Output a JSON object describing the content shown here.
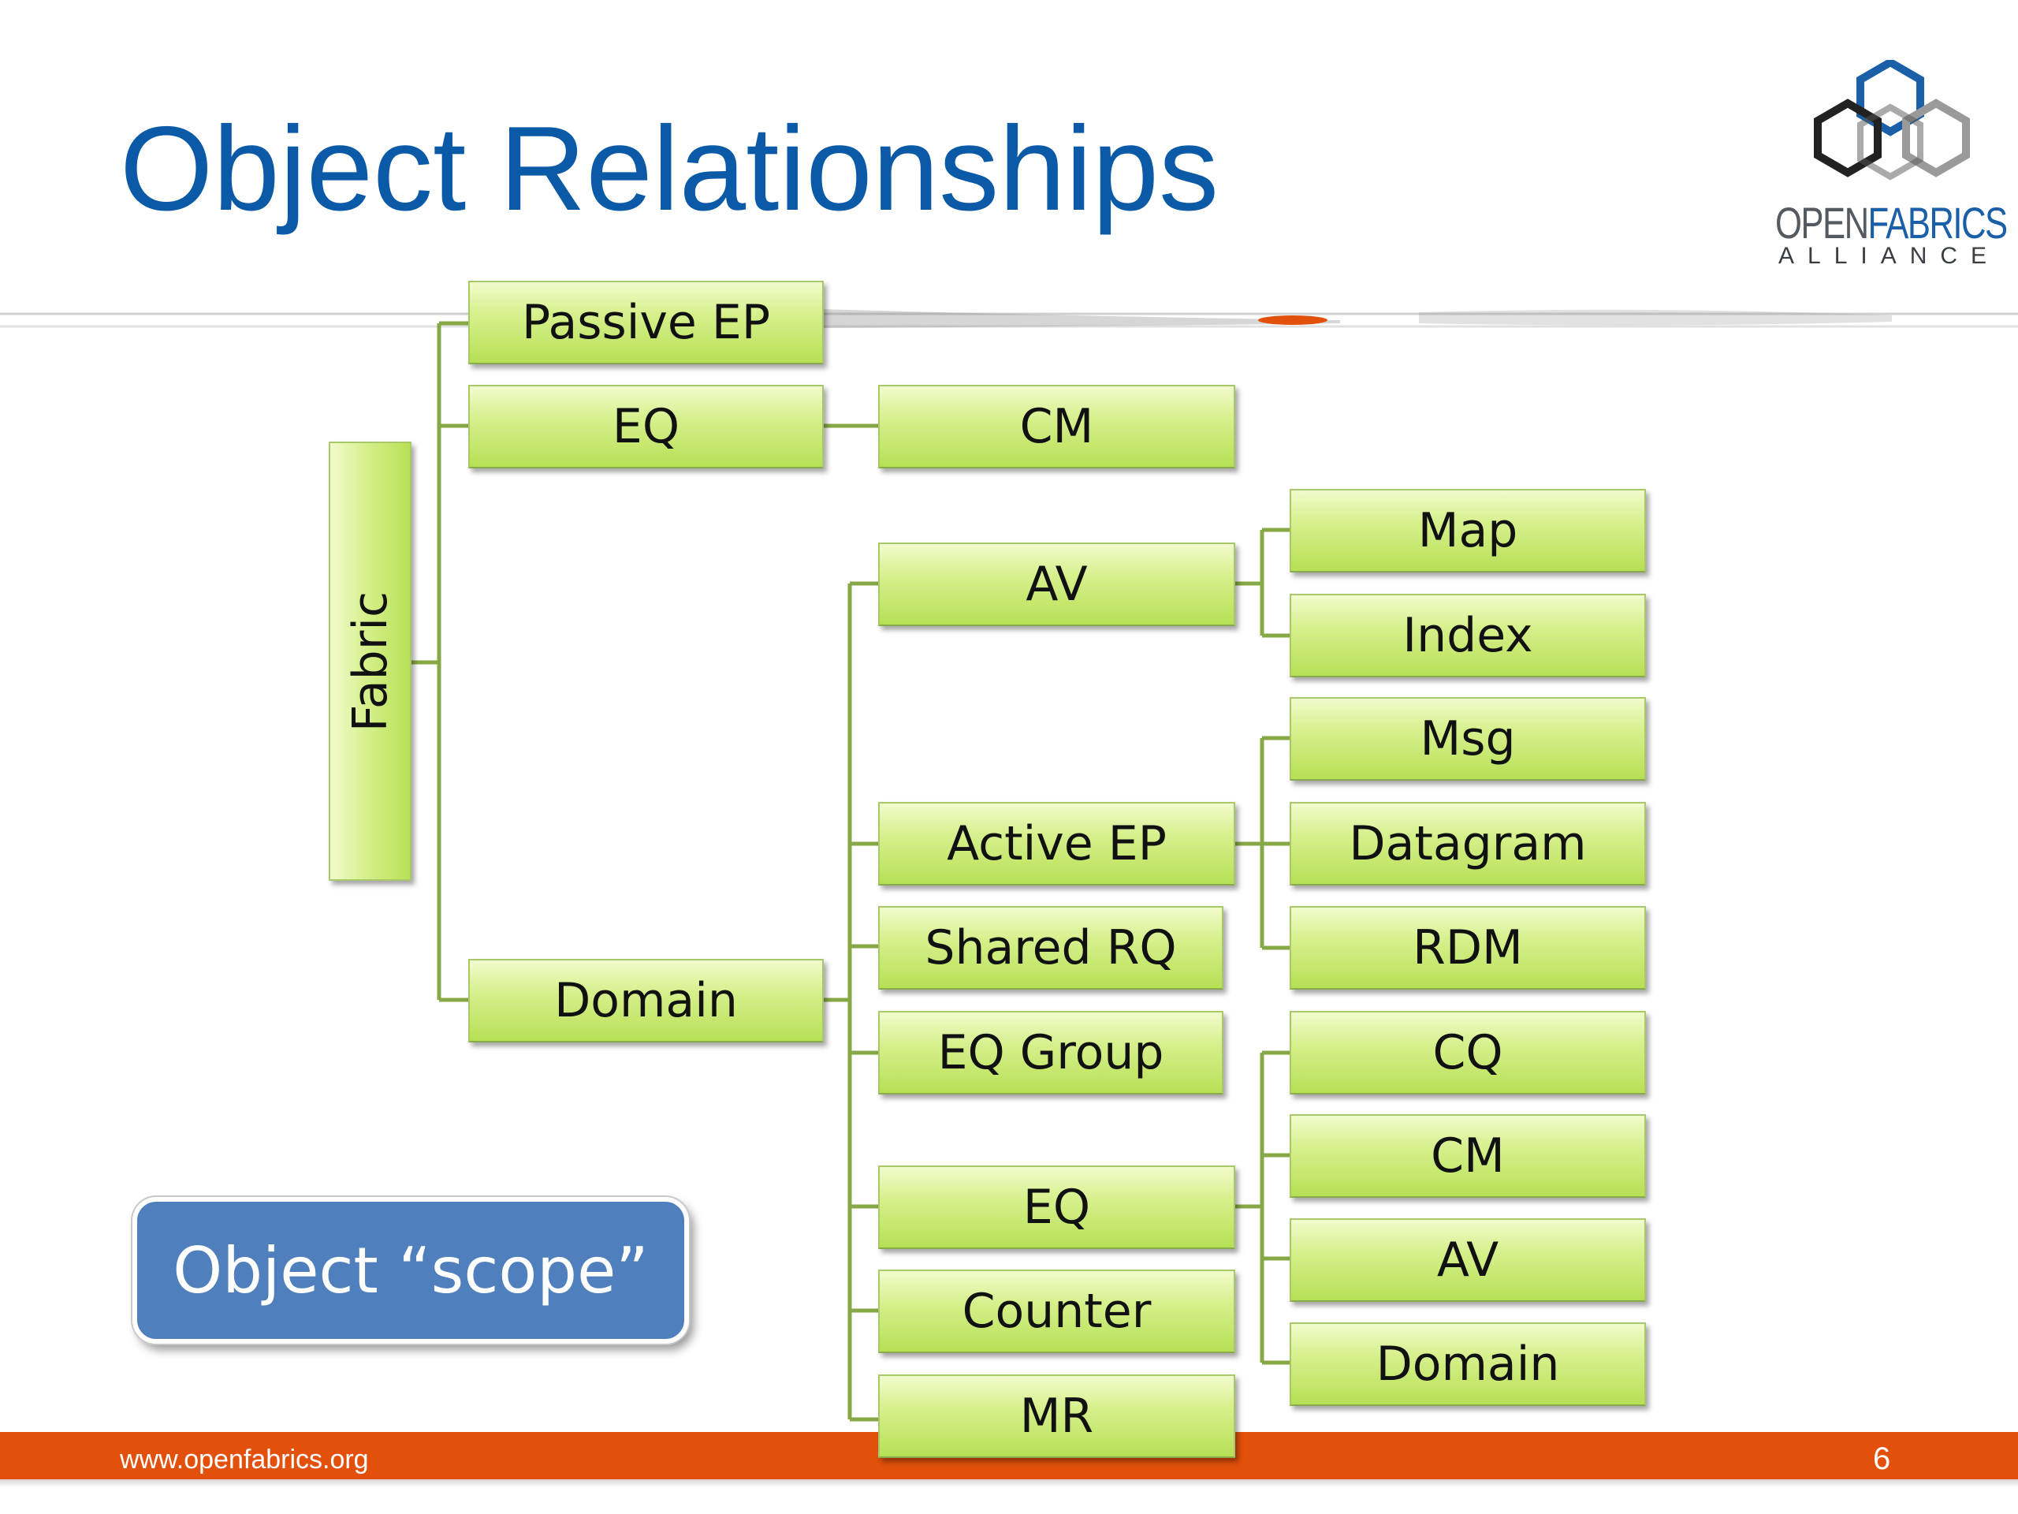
{
  "title": "Object Relationships",
  "logo": {
    "open": "OPEN",
    "fabrics": "FABRICS",
    "tagline": "ALLIANCE"
  },
  "diagram": {
    "fabric": "Fabric",
    "passive_ep": "Passive EP",
    "fabric_eq": "EQ",
    "fabric_eq_cm": "CM",
    "domain": "Domain",
    "av": "AV",
    "av_map": "Map",
    "av_index": "Index",
    "active_ep": "Active EP",
    "ep_msg": "Msg",
    "ep_datagram": "Datagram",
    "ep_rdm": "RDM",
    "shared_rq": "Shared RQ",
    "eq_group": "EQ Group",
    "domain_eq": "EQ",
    "eq_cq": "CQ",
    "eq_cm": "CM",
    "eq_av": "AV",
    "eq_domain": "Domain",
    "counter": "Counter",
    "mr": "MR"
  },
  "callout": "Object “scope”",
  "footer": {
    "url": "www.openfabrics.org",
    "page": "6"
  },
  "colors": {
    "title": "#0a5aa7",
    "node_fill": "#c8ea6e",
    "connector": "#86a847",
    "callout": "#4f80bd",
    "footer": "#e2500c"
  }
}
